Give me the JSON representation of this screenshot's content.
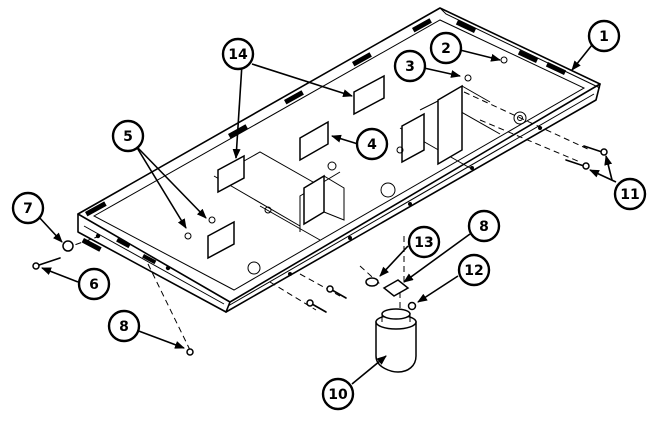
{
  "diagram": {
    "callouts": [
      {
        "id": "c1",
        "label": "1"
      },
      {
        "id": "c2",
        "label": "2"
      },
      {
        "id": "c3",
        "label": "3"
      },
      {
        "id": "c4",
        "label": "4"
      },
      {
        "id": "c5",
        "label": "5"
      },
      {
        "id": "c6",
        "label": "6"
      },
      {
        "id": "c7",
        "label": "7"
      },
      {
        "id": "c8a",
        "label": "8"
      },
      {
        "id": "c8b",
        "label": "8"
      },
      {
        "id": "c10",
        "label": "10"
      },
      {
        "id": "c11",
        "label": "11"
      },
      {
        "id": "c12",
        "label": "12"
      },
      {
        "id": "c13",
        "label": "13"
      },
      {
        "id": "c14",
        "label": "14"
      }
    ]
  }
}
